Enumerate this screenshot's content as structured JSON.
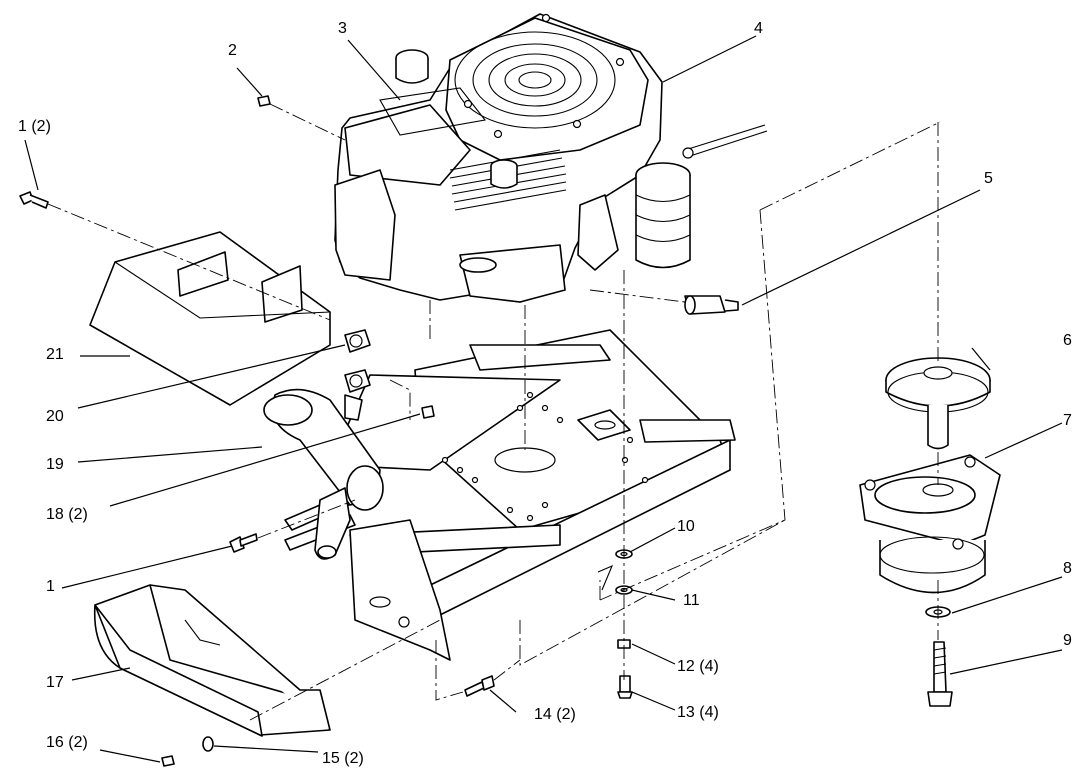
{
  "callouts": {
    "c1_2": "1 (2)",
    "c2": "2",
    "c3": "3",
    "c4": "4",
    "c5": "5",
    "c6": "6",
    "c7": "7",
    "c8": "8",
    "c9": "9",
    "c10": "10",
    "c11": "11",
    "c12_4": "12 (4)",
    "c13_4": "13 (4)",
    "c14_2": "14 (2)",
    "c15_2": "15 (2)",
    "c16_2": "16 (2)",
    "c17": "17",
    "c18_2": "18 (2)",
    "c19": "19",
    "c20": "20",
    "c21": "21",
    "c1": "1"
  }
}
